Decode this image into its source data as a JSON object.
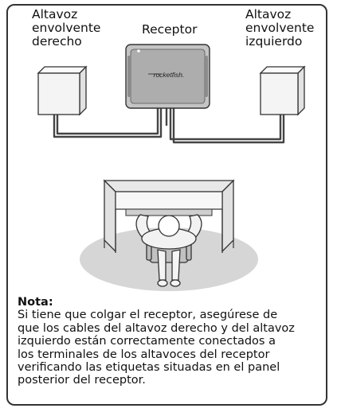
{
  "labels": {
    "left_speaker": [
      "Altavoz",
      "envolvente",
      "derecho"
    ],
    "receiver": "Receptor",
    "right_speaker": [
      "Altavoz",
      "envolvente",
      "izquierdo"
    ]
  },
  "receiver_brand": "rocketfish.",
  "note": {
    "title": "Nota:",
    "lines": [
      "Si tiene que colgar el receptor, asegúrese de",
      "que los cables del altavoz derecho y del altavoz",
      "izquierdo están correctamente conectados a",
      "los terminales de los altavoces del receptor",
      "verificando las etiquetas situadas en el panel",
      "posterior del receptor."
    ]
  },
  "colors": {
    "frame": "#333333",
    "speaker_fill": "#f4f4f4",
    "receiver_fill": "#b8b8b8",
    "cable": "#444444",
    "floor": "#d6d6d6"
  }
}
